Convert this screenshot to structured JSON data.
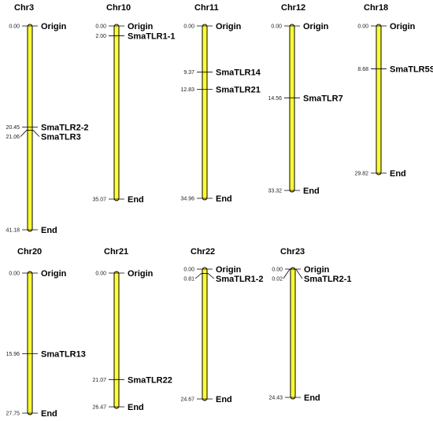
{
  "chromosomes": [
    {
      "name": "Chr3",
      "fill": "#ffff33",
      "markers": [
        {
          "pos": "0.00",
          "value": 0,
          "label": "Origin"
        },
        {
          "pos": "20.45",
          "value": 20.45,
          "label": "SmaTLR2-2"
        },
        {
          "pos": "21.06",
          "value": 21.06,
          "label": "SmaTLR3"
        },
        {
          "pos": "41.18",
          "value": 41.18,
          "label": "End"
        }
      ]
    },
    {
      "name": "Chr10",
      "fill": "#ffff33",
      "markers": [
        {
          "pos": "0.00",
          "value": 0,
          "label": "Origin"
        },
        {
          "pos": "2.00",
          "value": 2.0,
          "label": "SmaTLR1-1"
        },
        {
          "pos": "35.07",
          "value": 35.07,
          "label": "End"
        }
      ]
    },
    {
      "name": "Chr11",
      "fill": "#ffff33",
      "markers": [
        {
          "pos": "0.00",
          "value": 0,
          "label": "Origin"
        },
        {
          "pos": "9.37",
          "value": 9.37,
          "label": "SmaTLR14"
        },
        {
          "pos": "12.83",
          "value": 12.83,
          "label": "SmaTLR21"
        },
        {
          "pos": "34.96",
          "value": 34.96,
          "label": "End"
        }
      ]
    },
    {
      "name": "Chr12",
      "fill": "#ffff33",
      "markers": [
        {
          "pos": "0.00",
          "value": 0,
          "label": "Origin"
        },
        {
          "pos": "14.56",
          "value": 14.56,
          "label": "SmaTLR7"
        },
        {
          "pos": "33.32",
          "value": 33.32,
          "label": "End"
        }
      ]
    },
    {
      "name": "Chr18",
      "fill": "#ffff33",
      "markers": [
        {
          "pos": "0.00",
          "value": 0,
          "label": "Origin"
        },
        {
          "pos": "8.68",
          "value": 8.68,
          "label": "SmaTLR5S"
        },
        {
          "pos": "29.82",
          "value": 29.82,
          "label": "End"
        }
      ]
    },
    {
      "name": "Chr20",
      "fill": "#ffff33",
      "markers": [
        {
          "pos": "0.00",
          "value": 0,
          "label": "Origin"
        },
        {
          "pos": "15.96",
          "value": 15.96,
          "label": "SmaTLR13"
        },
        {
          "pos": "27.75",
          "value": 27.75,
          "label": "End"
        }
      ]
    },
    {
      "name": "Chr21",
      "fill": "#ffff33",
      "markers": [
        {
          "pos": "0.00",
          "value": 0,
          "label": "Origin"
        },
        {
          "pos": "21.07",
          "value": 21.07,
          "label": "SmaTLR22"
        },
        {
          "pos": "26.47",
          "value": 26.47,
          "label": "End"
        }
      ]
    },
    {
      "name": "Chr22",
      "fill": "#ffff33",
      "markers": [
        {
          "pos": "0.00",
          "value": 0,
          "label": "Origin"
        },
        {
          "pos": "0.81",
          "value": 0.81,
          "label": "SmaTLR1-2"
        },
        {
          "pos": "24.67",
          "value": 24.67,
          "label": "End"
        }
      ]
    },
    {
      "name": "Chr23",
      "fill": "#ffff33",
      "markers": [
        {
          "pos": "0.00",
          "value": 0,
          "label": "Origin"
        },
        {
          "pos": "0.02",
          "value": 0.02,
          "label": "SmaTLR2-1"
        },
        {
          "pos": "24.43",
          "value": 24.43,
          "label": "End"
        }
      ]
    }
  ]
}
